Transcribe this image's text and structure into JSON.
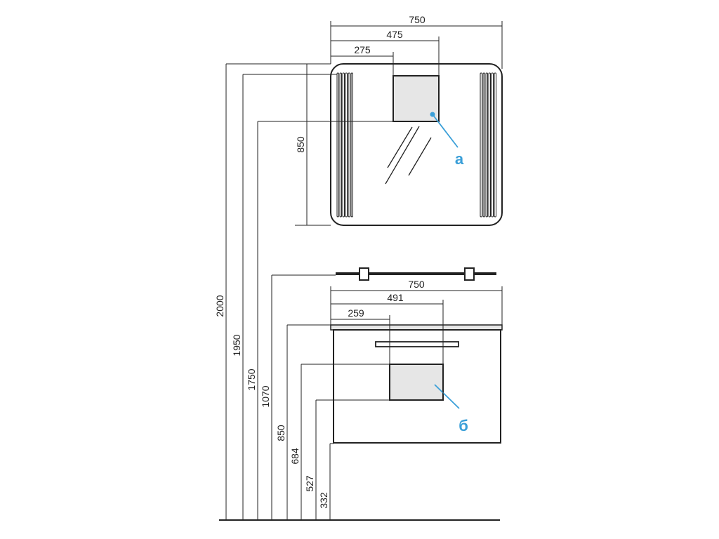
{
  "colors": {
    "line": "#222222",
    "fill": "#e6e6e6",
    "accent": "#3a9fd8",
    "background": "#ffffff"
  },
  "mirror": {
    "dims": {
      "width_total": "750",
      "width_mid": "475",
      "width_small": "275",
      "height": "850"
    },
    "callout": "а"
  },
  "cabinet": {
    "dims": {
      "width_total": "750",
      "width_mid": "491",
      "width_small": "259"
    },
    "callout": "б"
  },
  "heights": [
    "2000",
    "1950",
    "1750",
    "1070",
    "850",
    "684",
    "527",
    "332"
  ]
}
